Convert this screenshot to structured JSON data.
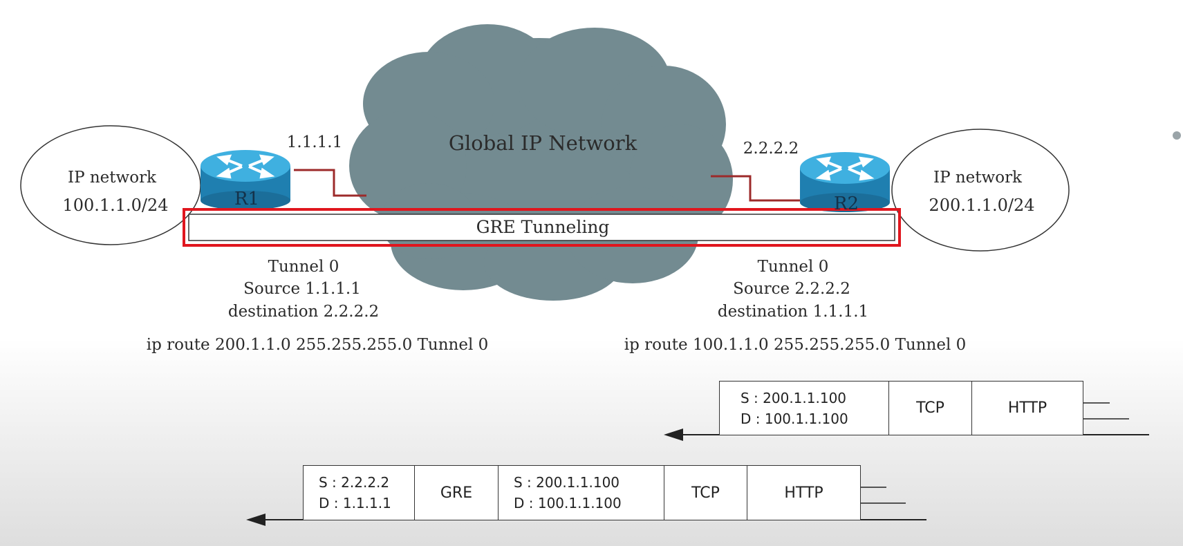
{
  "cloud": {
    "label": "Global IP Network"
  },
  "left_network": {
    "line1": "IP network",
    "line2": "100.1.1.0/24"
  },
  "right_network": {
    "line1": "IP network",
    "line2": "200.1.1.0/24"
  },
  "r1": {
    "label": "R1",
    "ip": "1.1.1.1"
  },
  "r2": {
    "label": "R2",
    "ip": "2.2.2.2"
  },
  "tunnel": {
    "label": "GRE Tunneling"
  },
  "r1_config": {
    "line1": "Tunnel 0",
    "line2": "Source  1.1.1.1",
    "line3": "destination  2.2.2.2",
    "route": "ip route 200.1.1.0 255.255.255.0 Tunnel 0"
  },
  "r2_config": {
    "line1": "Tunnel 0",
    "line2": "Source  2.2.2.2",
    "line3": "destination  1.1.1.1",
    "route": "ip route 100.1.1.0 255.255.255.0 Tunnel 0"
  },
  "packet_inner": {
    "src": "S :  200.1.1.100",
    "dst": "D : 100.1.1.100",
    "tcp": "TCP",
    "http": "HTTP"
  },
  "packet_outer": {
    "outer_src": "S :  2.2.2.2",
    "outer_dst": "D : 1.1.1.1",
    "gre": "GRE",
    "inner_src": "S :  200.1.1.100",
    "inner_dst": "D : 100.1.1.100",
    "tcp": "TCP",
    "http": "HTTP"
  },
  "colors": {
    "cloud": "#738b91",
    "router": "#2f9fd0",
    "highlight": "#e0161e",
    "serial_link": "#9c2a2a"
  }
}
